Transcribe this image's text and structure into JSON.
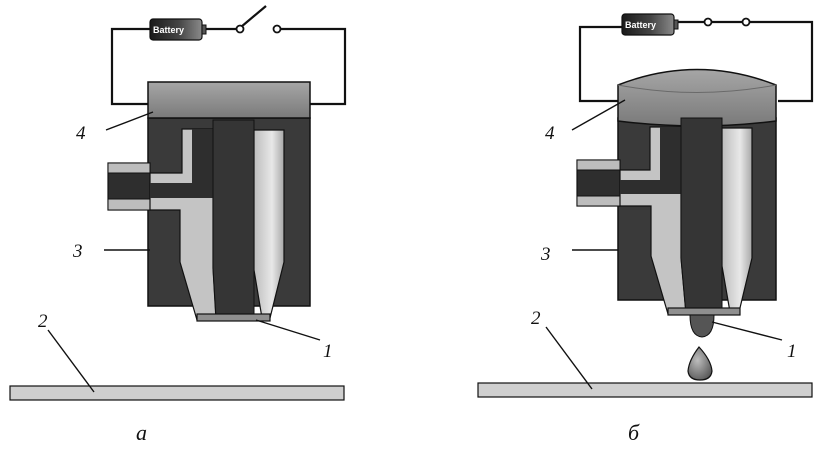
{
  "battery_label": "Battery",
  "callouts": {
    "nozzle": "1",
    "substrate": "2",
    "housing": "3",
    "piezo": "4"
  },
  "panels": {
    "left": "а",
    "right": "б"
  },
  "colors": {
    "dark_body": "#3a3a3a",
    "mid_gray": "#8f8f8f",
    "light_gray": "#c9c9c9",
    "substrate": "#cfcfcf",
    "wire": "#111111"
  }
}
